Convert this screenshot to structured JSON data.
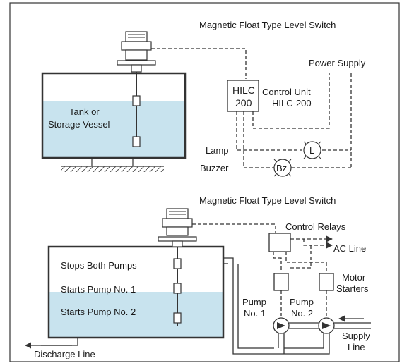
{
  "frame": {
    "color": "#333333"
  },
  "colors": {
    "liquid": "#c8e3ee",
    "line": "#333333"
  },
  "top": {
    "title": "Magnetic Float Type Level Switch",
    "power_supply": "Power  Supply",
    "hilc_box_line1": "HILC",
    "hilc_box_line2": "200",
    "control_unit_line1": "Control  Unit",
    "control_unit_line2": "HILC-200",
    "tank_line1": "Tank or",
    "tank_line2": "Storage  Vessel",
    "lamp_label": "Lamp",
    "lamp_symbol": "L",
    "buzzer_label": "Buzzer",
    "buzzer_symbol": "Bz"
  },
  "bottom": {
    "title": "Magnetic Float Type Level Switch",
    "control_relays": "Control Relays",
    "ac_line": "AC Line",
    "motor_starters_line1": "Motor",
    "motor_starters_line2": "Starters",
    "stops_both": "Stops Both Pumps",
    "starts_pump1": "Starts  Pump No. 1",
    "starts_pump2": "Starts  Pump No. 2",
    "pump1_line1": "Pump",
    "pump1_line2": "No. 1",
    "pump2_line1": "Pump",
    "pump2_line2": "No. 2",
    "supply_line1": "Supply",
    "supply_line2": "Line",
    "discharge_line": "Discharge  Line"
  }
}
